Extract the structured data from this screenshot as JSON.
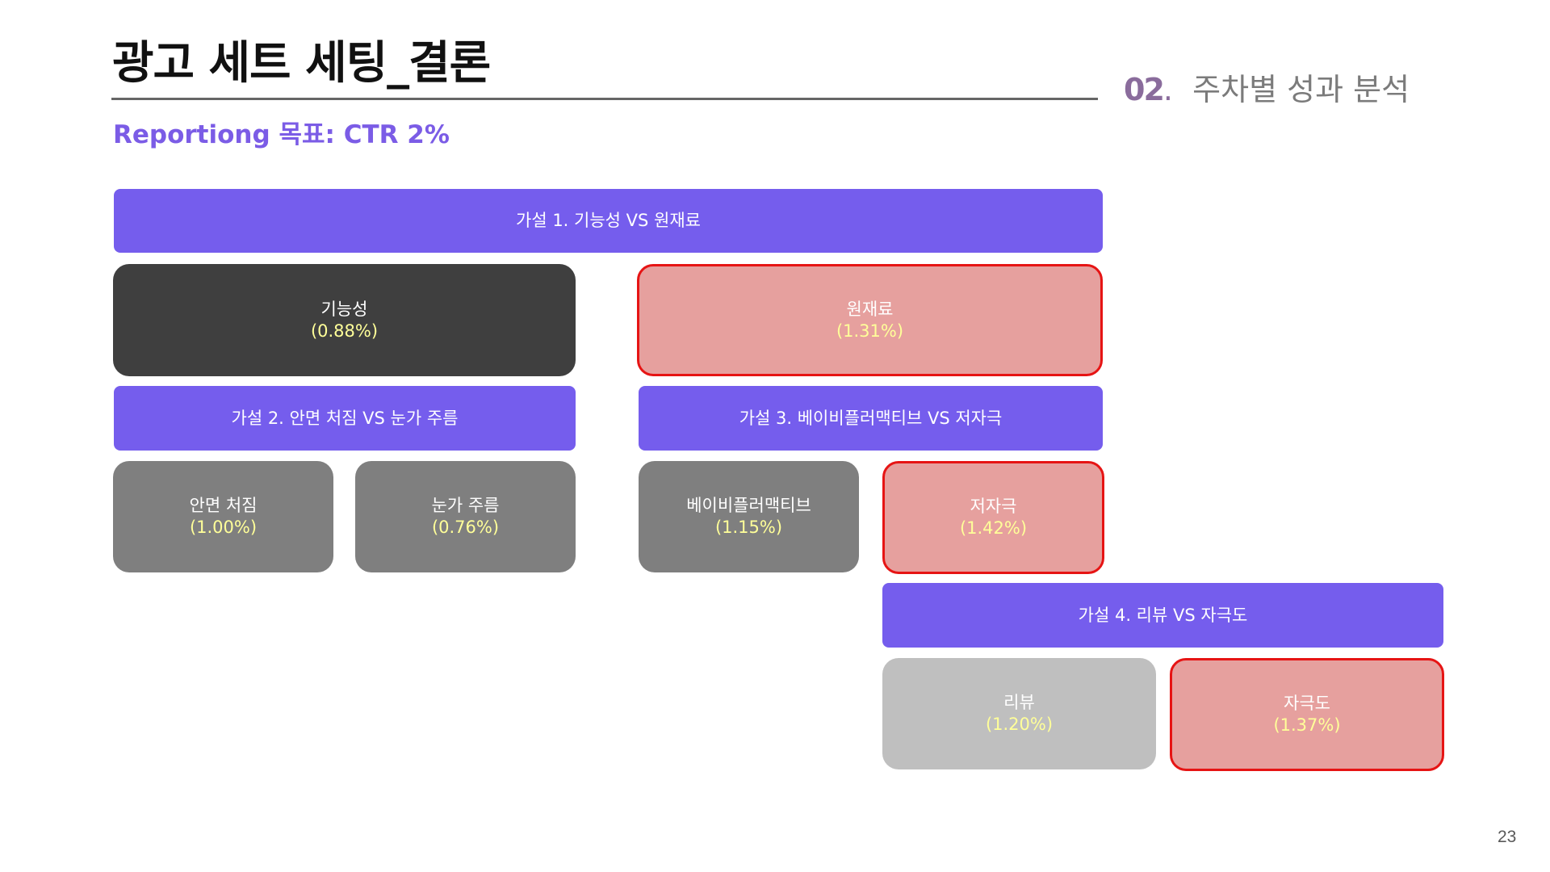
{
  "slide": {
    "title": "광고 세트 세팅_결론",
    "section_number": "02",
    "section_dot": ".",
    "section_label": "주차별 성과 분석",
    "subtitle": "Reportiong 목표: CTR 2%",
    "page_number": "23"
  },
  "hypotheses": [
    {
      "label": "가설 1. 기능성 VS 원재료",
      "options": [
        {
          "name": "기능성",
          "ctr": "(0.88%)",
          "winner": false
        },
        {
          "name": "원재료",
          "ctr": "(1.31%)",
          "winner": true
        }
      ]
    },
    {
      "label": "가설 2. 안면 처짐 VS 눈가 주름",
      "options": [
        {
          "name": "안면 처짐",
          "ctr": "(1.00%)",
          "winner": false
        },
        {
          "name": "눈가 주름",
          "ctr": "(0.76%)",
          "winner": false
        }
      ]
    },
    {
      "label": "가설 3. 베이비플러맥티브 VS 저자극",
      "options": [
        {
          "name": "베이비플러맥티브",
          "ctr": "(1.15%)",
          "winner": false
        },
        {
          "name": "저자극",
          "ctr": "(1.42%)",
          "winner": true
        }
      ]
    },
    {
      "label": "가설 4. 리뷰 VS 자극도",
      "options": [
        {
          "name": "리뷰",
          "ctr": "(1.20%)",
          "winner": false
        },
        {
          "name": "자극도",
          "ctr": "(1.37%)",
          "winner": true
        }
      ]
    }
  ],
  "colors": {
    "hypothesis_bar": "#755ded",
    "winner_fill": "#e6a09e",
    "winner_border": "#e61414",
    "rate_text": "#ffff99",
    "subtitle": "#7b5ce6",
    "section_number": "#8a6c9c"
  }
}
